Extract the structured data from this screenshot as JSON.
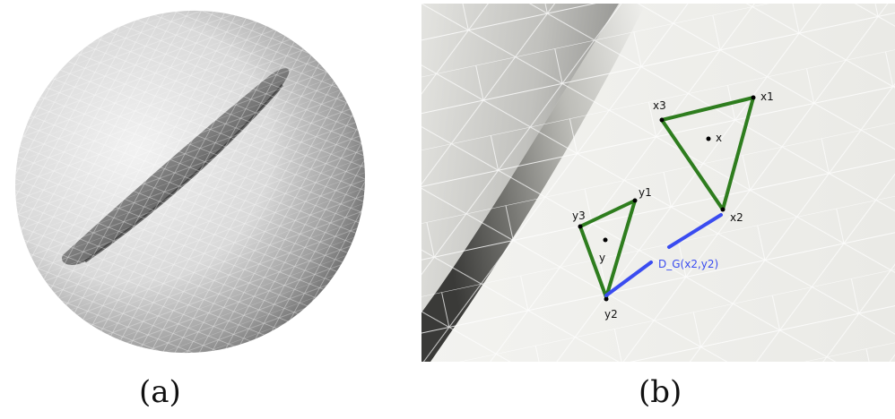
{
  "captions": {
    "a": "(a)",
    "b": "(b)"
  },
  "panel_b": {
    "labels": {
      "x1": "x1",
      "x2": "x2",
      "x3": "x3",
      "x": "x",
      "y1": "y1",
      "y2": "y2",
      "y3": "y3",
      "y": "y",
      "distance": "D_G(x2,y2)"
    }
  },
  "colors": {
    "triangle": "#2e7d1e",
    "distance": "#3a4cf0",
    "distance_label": "#3a4cf0",
    "surface_light": "#f1f1ee",
    "surface_dark": "#5a5a5a",
    "mesh_line": "#ffffff"
  }
}
